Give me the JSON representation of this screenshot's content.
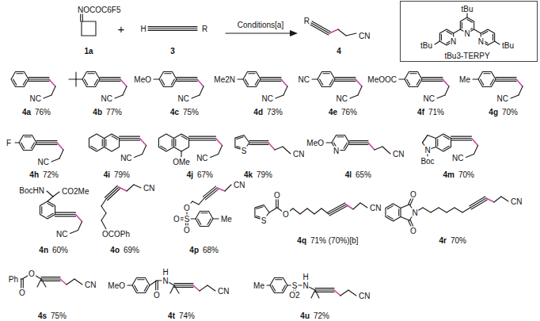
{
  "diagram": {
    "nodes": [
      {
        "text": [
          "tBu",
          "tBu",
          "N",
          "N",
          "N",
          "tBu",
          "tBu3-TERPY"
        ]
      }
    ],
    "labels": [
      "NOCOC6F5",
      "1a",
      "+",
      "H",
      "R",
      "3",
      "Conditions[a]",
      "R",
      "CN",
      "4",
      "NC",
      "4a",
      "76%",
      "NC",
      "4b",
      "77%",
      "MeO",
      "NC",
      "4c",
      "75%",
      "Me2N",
      "NC",
      "4d",
      "73%",
      "NC",
      "NC",
      "4e",
      "76%",
      "MeOOC",
      "NC",
      "4f",
      "71%",
      "Me",
      "NC",
      "4g",
      "70%",
      "F",
      "NC",
      "4h",
      "72%",
      "NC",
      "4i",
      "79%",
      "OMe",
      "NC",
      "4j",
      "67%",
      "S",
      "CN",
      "4k",
      "79%",
      "MeO",
      "N",
      "CN",
      "4l",
      "65%",
      "N",
      "Boc",
      "NC",
      "4m",
      "70%",
      "BocHN",
      "CO2Me",
      "NC",
      "4n",
      "60%",
      "CN",
      "OCOPh",
      "4o",
      "69%",
      "CN",
      "O",
      "O",
      "S",
      "Me",
      "O",
      "4p",
      "68%",
      "O",
      "S",
      "O",
      "CN",
      "4q",
      "71% (70%)[b]",
      "O",
      "N",
      "O",
      "CN",
      "4r",
      "70%",
      "Ph",
      "O",
      "O",
      "CN",
      "4s",
      "75%",
      "MeO",
      "H",
      "N",
      "O",
      "CN",
      "4t",
      "74%",
      "Me",
      "S",
      "O2",
      "H",
      "N",
      "CN",
      "4u",
      "72%"
    ]
  }
}
